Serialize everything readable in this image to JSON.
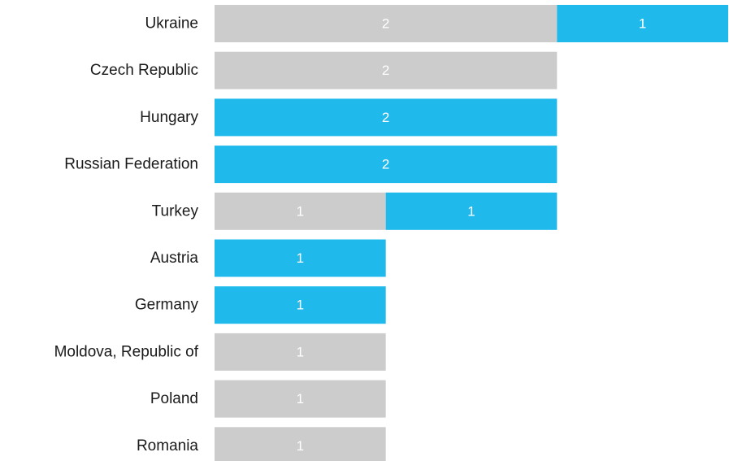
{
  "chart_data": {
    "type": "bar",
    "orientation": "horizontal",
    "stacked": true,
    "categories": [
      "Ukraine",
      "Czech Republic",
      "Hungary",
      "Russian Federation",
      "Turkey",
      "Austria",
      "Germany",
      "Moldova, Republic of",
      "Poland",
      "Romania"
    ],
    "series": [
      {
        "color": "#cccccc",
        "values": [
          2,
          2,
          0,
          0,
          1,
          0,
          0,
          1,
          1,
          1
        ]
      },
      {
        "color": "#1fb9ec",
        "values": [
          1,
          0,
          2,
          2,
          1,
          1,
          1,
          0,
          0,
          0
        ]
      }
    ],
    "xlim": [
      0,
      3
    ],
    "grid": false,
    "legend": "none",
    "show_value_labels": true
  }
}
